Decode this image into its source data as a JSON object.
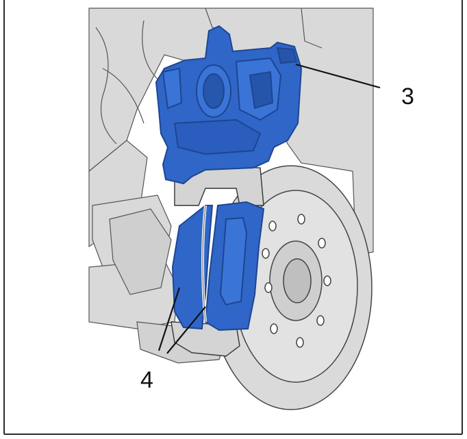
{
  "figure": {
    "callouts": [
      {
        "label": "3",
        "part": "caliper"
      },
      {
        "label": "4",
        "part": "brake-pads"
      }
    ],
    "colors": {
      "highlight": "#2f66c8",
      "highlight_dark": "#1e4590",
      "background_parts": "#d9d9d9",
      "line": "#222222",
      "border": "#2a2a2a"
    }
  }
}
